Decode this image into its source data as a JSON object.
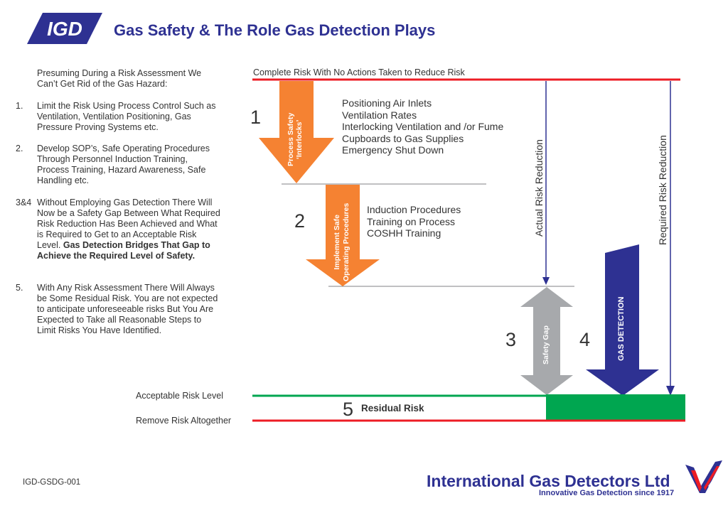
{
  "header": {
    "logo_text": "IGD",
    "title": "Gas Safety & The Role Gas Detection Plays"
  },
  "left_panel": {
    "intro": "Presuming During a Risk Assessment We Can’t Get Rid of the Gas Hazard:",
    "items": [
      {
        "num": "1.",
        "text": "Limit the Risk Using Process Control Such as Ventilation, Ventilation Positioning, Gas Pressure Proving Systems etc."
      },
      {
        "num": "2.",
        "text": "Develop SOP’s, Safe Operating Procedures Through Personnel Induction Training, Process Training, Hazard Awareness, Safe Handling etc."
      },
      {
        "num": "3&4",
        "text": "Without Employing Gas Detection There Will Now be a Safety Gap Between What Required Risk Reduction Has Been Achieved and What is Required to Get to an Acceptable Risk Level.",
        "bold_text": "Gas Detection Bridges That Gap to Achieve the Required Level of Safety."
      },
      {
        "num": "5.",
        "text": "With Any Risk Assessment There Will Always be Some Residual Risk. You are not expected to anticipate unforeseeable risks But You Are Expected to Take all Reasonable Steps to Limit Risks You Have Identified."
      }
    ]
  },
  "diagram": {
    "top_label": "Complete Risk With No Actions Taken to Reduce Risk",
    "step1": {
      "number": "1",
      "arrow_label_line1": "Process Safety",
      "arrow_label_line2": "‘Interlocks’",
      "items": [
        "Positioning Air Inlets",
        "Ventilation Rates",
        "Interlocking Ventilation and /or Fume",
        "Cupboards to Gas Supplies",
        "Emergency Shut Down"
      ]
    },
    "step2": {
      "number": "2",
      "arrow_label_line1": "Implement Safe",
      "arrow_label_line2": "Operating Procedures",
      "items": [
        "Induction Procedures",
        "Training on Process",
        "COSHH Training"
      ]
    },
    "step3": {
      "number": "3",
      "arrow_label": "Safety Gap"
    },
    "step4": {
      "number": "4",
      "arrow_label": "GAS DETECTION"
    },
    "step5": {
      "number": "5",
      "label": "Residual Risk"
    },
    "actual_label": "Actual Risk Reduction",
    "required_label": "Required Risk Reduction",
    "acceptable_label": "Acceptable Risk Level",
    "remove_label": "Remove Risk Altogether",
    "colors": {
      "orange": "#f58232",
      "navy": "#2e3192",
      "grey": "#a7a9ac",
      "green": "#00a650",
      "red": "#ed1c24"
    }
  },
  "footer": {
    "code": "IGD-GSDG-001",
    "company": "International Gas Detectors Ltd",
    "tagline": "Innovative Gas Detection since 1917"
  }
}
